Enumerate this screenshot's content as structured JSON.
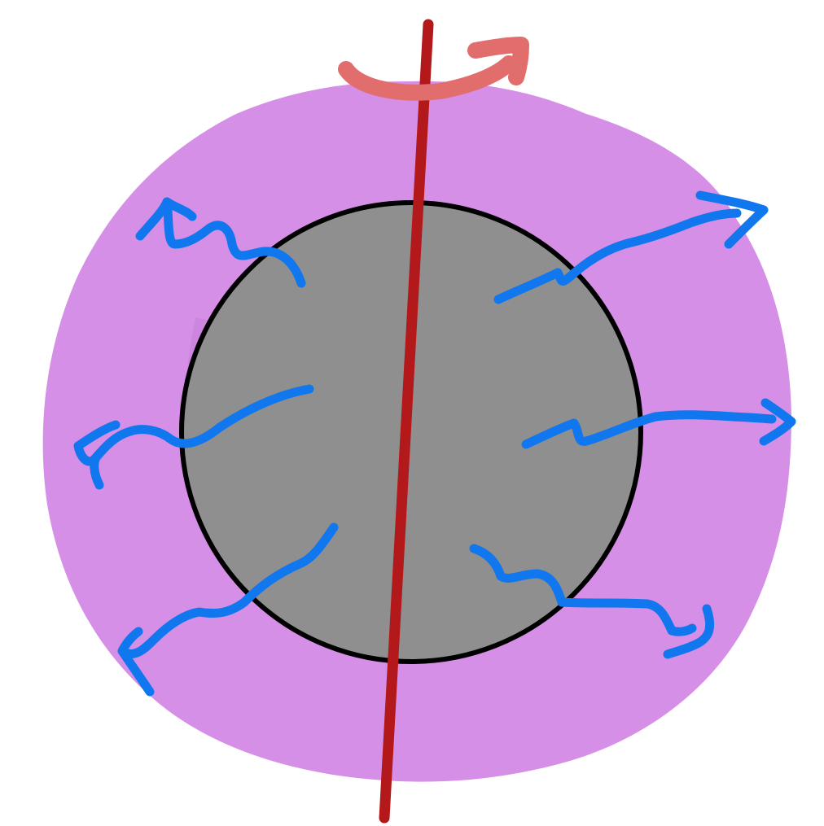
{
  "diagram": {
    "kind": "rotating-body-with-envelope-and-outward-emission",
    "colors": {
      "background": "#ffffff",
      "outer_envelope": "#d68fe6",
      "outer_envelope_shadow": "#c77fd8",
      "core_fill": "#8f8f8f",
      "core_outline": "#000000",
      "rotation_axis": "#b3191b",
      "rotation_arrow": "#e26d6d",
      "emission_arrows": "#1177ee"
    },
    "elements": {
      "outer_envelope": "purple-envelope",
      "core": "gray-core-sphere",
      "axis": "rotation-axis-line",
      "spin_indicator": "curved-rotation-arrow",
      "emissions": [
        "wavy-arrow-upper-left",
        "wavy-arrow-left",
        "wavy-arrow-lower-left",
        "wavy-arrow-upper-right",
        "wavy-arrow-right",
        "wavy-arrow-lower-right"
      ]
    }
  }
}
